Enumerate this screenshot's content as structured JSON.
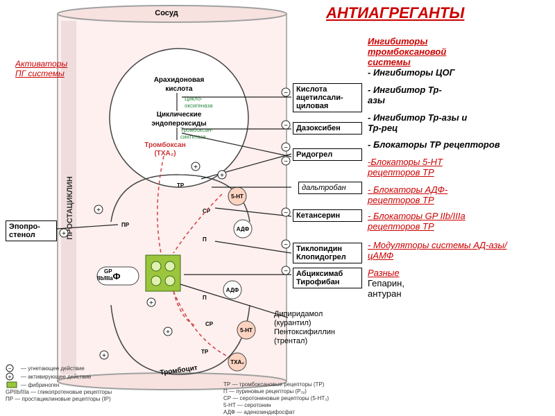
{
  "title": "АНТИАГРЕГАНТЫ",
  "activators": [
    "Активаторы",
    "ПГ системы"
  ],
  "vessel_label": "Сосуд",
  "prostacyclin_label": "ПРОСТАЦИКЛИН",
  "platelet_label": "Тромбоцит",
  "pathway": {
    "arachidonic": [
      "Арахидоновая",
      "кислота"
    ],
    "cyclooxygenase": [
      "Цикло-",
      "оксигеназа"
    ],
    "endoperoxides": [
      "Циклические",
      "эндопероксиды"
    ],
    "thromboxane_synthase": [
      "Тромбоксан-",
      "синтетаза"
    ],
    "thromboxane": "Тромбоксан",
    "txa2": "(ТХА₂)"
  },
  "receptors": {
    "tp": "ТР",
    "pr": "ПР",
    "sr": "СР",
    "p": "П",
    "f": "Ф",
    "gp": [
      "GP",
      "IIb/IIIa"
    ],
    "adf": "АДФ",
    "ht5": "5-НТ",
    "txa2_bottom": "ТХА₂"
  },
  "drug_boxes": {
    "asa": [
      "Кислота",
      "ацетилсали-",
      "циловая"
    ],
    "dazoxiben": "Дазоксибен",
    "ridogrel": "Ридогрел",
    "daltroban": "дальтробан",
    "ketanserin": "Кетансерин",
    "ticlopidine": [
      "Тиклопидин",
      "Клопидогрел"
    ],
    "abciximab": [
      "Абциксимаб",
      "Тирофибан"
    ],
    "epoprostenol": [
      "Эпопро-",
      "стенол"
    ]
  },
  "right_column": [
    {
      "text": "Ингибиторы тромбоксановой системы",
      "color": "red"
    },
    {
      "text": "- Ингибиторы ЦОГ",
      "color": "black"
    },
    {
      "text": "- Ингибитор Тр-азы",
      "color": "black"
    },
    {
      "text": "- Ингибитор Тр-азы и Тр-рец",
      "color": "black"
    },
    {
      "text": "- Блокаторы ТР рецепторов",
      "color": "black"
    },
    {
      "text": "-Блокаторы 5-НТ рецепторов ТР",
      "color": "red"
    },
    {
      "text": "- Блокаторы АДФ-рецепторов ТР",
      "color": "red"
    },
    {
      "text": "- Блокаторы GP IIb/IIIa рецепторов ТР",
      "color": "red"
    },
    {
      "text": "- Модуляторы системы АД-азы/цАМФ",
      "color": "red"
    },
    {
      "text": "Разные",
      "color": "red"
    },
    {
      "text": "Гепарин, антуран",
      "color": "black"
    }
  ],
  "middle_drugs": [
    "Дипиридамол",
    "(курантил)",
    "Пентоксифиллин",
    "(трентал)"
  ],
  "legend_left": [
    "— угнетающее действие",
    "— активирующее действие",
    "— фибриноген",
    "GPIIb/IIIa — гликопротеновые рецепторы",
    "ПР — простациклиновые рецепторы (IP)"
  ],
  "legend_right": [
    "ТР — тромбоксановые рецепторы (ТР)",
    "П — пуриновые рецепторы (P₂ᵧ)",
    "СР — серотониновые рецепторы (5-НТ₂)",
    "5-НТ — серотонин",
    "АДФ — аденозиндифосфат"
  ]
}
